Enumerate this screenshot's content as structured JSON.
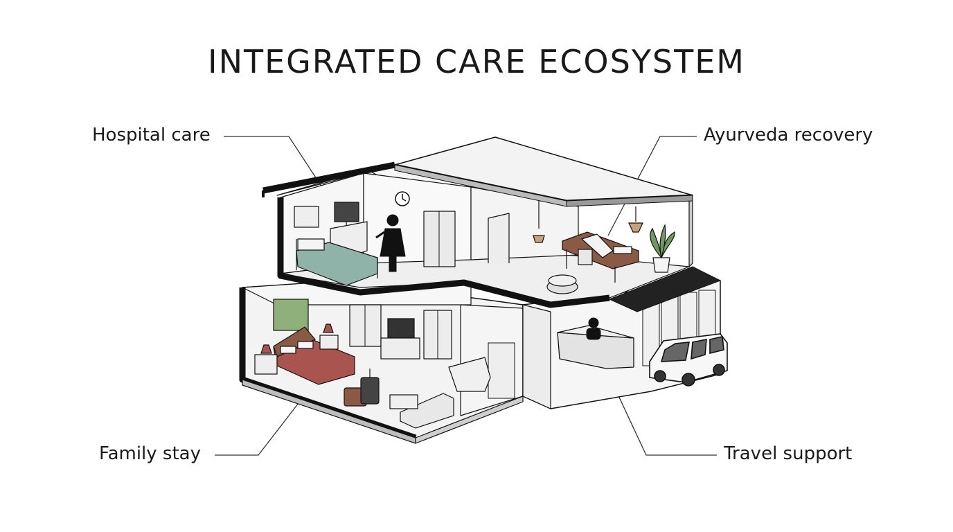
{
  "title": "INTEGRATED CARE ECOSYSTEM",
  "callouts": {
    "hospital": "Hospital care",
    "ayurveda": "Ayurveda recovery",
    "family": "Family stay",
    "travel": "Travel support"
  },
  "colors": {
    "outline": "#111111",
    "wall": "#f4f4f4",
    "floor": "#ececec",
    "bed_teal": "#8fb3a8",
    "bed_red": "#a9544f",
    "wood": "#8a5a44",
    "plant": "#6f9a5e",
    "painting": "#8fb07a"
  },
  "icons": [
    "clock-icon",
    "doctor-icon",
    "plant-icon",
    "van-icon",
    "luggage-icon",
    "receptionist-icon"
  ]
}
